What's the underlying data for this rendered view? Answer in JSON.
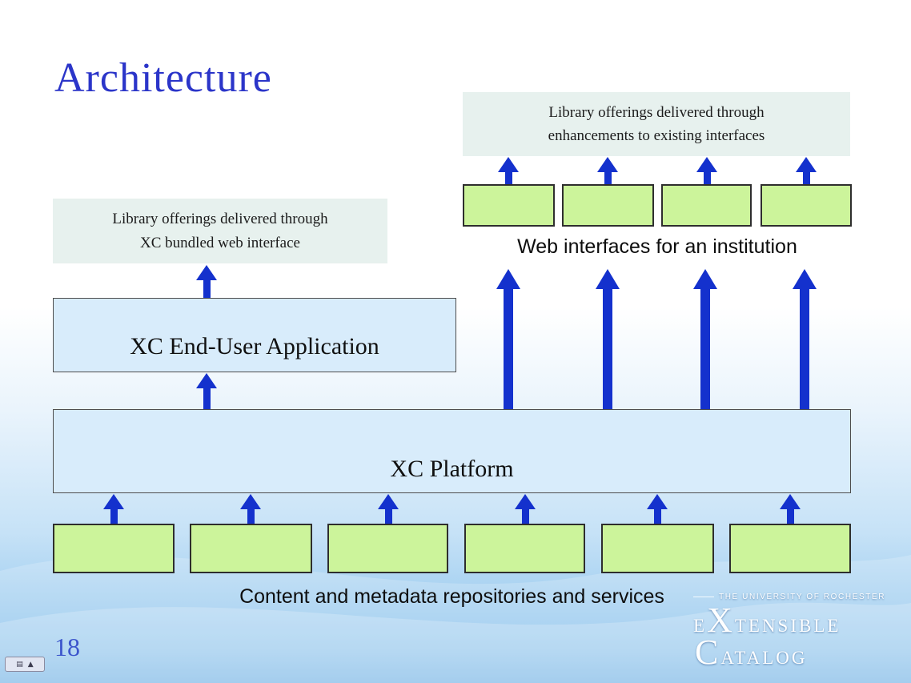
{
  "slide": {
    "title": "Architecture",
    "page_number": "18"
  },
  "callout_top": {
    "line1": "Library offerings delivered through",
    "line2": "enhancements to existing interfaces"
  },
  "callout_left": {
    "line1": "Library offerings delivered through",
    "line2": "XC bundled web interface"
  },
  "boxes": {
    "end_user_app_label": "XC End-User Application",
    "platform_label": "XC Platform"
  },
  "labels": {
    "web_interfaces": "Web interfaces for an institution",
    "repositories": "Content and metadata repositories and services"
  },
  "diagram": {
    "web_interface_box_count": 4,
    "repository_box_count": 6
  },
  "logo": {
    "university": "THE UNIVERSITY OF ROCHESTER",
    "extensible_initial": "E",
    "extensible_x": "X",
    "extensible_rest": "TENSIBLE",
    "catalog_c": "C",
    "catalog_rest": "ATALOG"
  },
  "controls": {
    "slideshow_menu_icon": "▤",
    "slideshow_up_icon": "▲"
  },
  "colors": {
    "title_blue": "#2b35c9",
    "arrow_blue": "#1431cd",
    "green_box": "#ccf49b",
    "green_box_border": "#2e2e2e",
    "blue_box": "#d8ecfb",
    "blue_box_border": "#4d4d4d",
    "callout_bg": "#e7f1ee",
    "page_number_blue": "#3c55cc"
  }
}
